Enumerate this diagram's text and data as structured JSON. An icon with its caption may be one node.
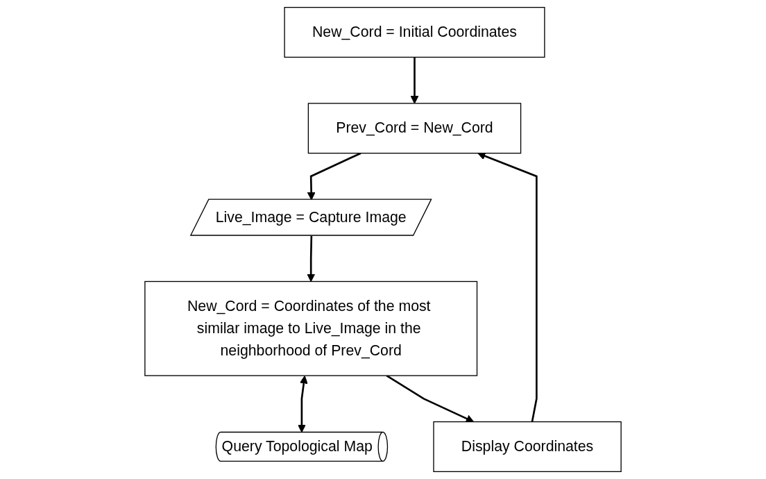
{
  "diagram": {
    "nodes": [
      {
        "text": [
          "New_Cord = Initial Coordinates"
        ]
      },
      {
        "text": [
          "Prev_Cord = New_Cord"
        ]
      },
      {
        "text": [
          "Live_Image = Capture Image"
        ]
      },
      {
        "text": [
          "New_Cord = Coordinates of the most similar image to Live_Image in the neighborhood of Prev_Cord"
        ]
      },
      {
        "text": [
          "Query Topological Map"
        ]
      },
      {
        "text": [
          "Display Coordinates"
        ]
      }
    ],
    "edges": [
      {
        "from": 0,
        "to": 1,
        "arrow": "to"
      },
      {
        "from": 1,
        "to": 2,
        "arrow": "to"
      },
      {
        "from": 2,
        "to": 3,
        "arrow": "to"
      },
      {
        "from": 3,
        "to": 4,
        "arrow": "both"
      },
      {
        "from": 3,
        "to": 5,
        "arrow": "to"
      },
      {
        "from": 5,
        "to": 1,
        "arrow": "to"
      }
    ]
  }
}
